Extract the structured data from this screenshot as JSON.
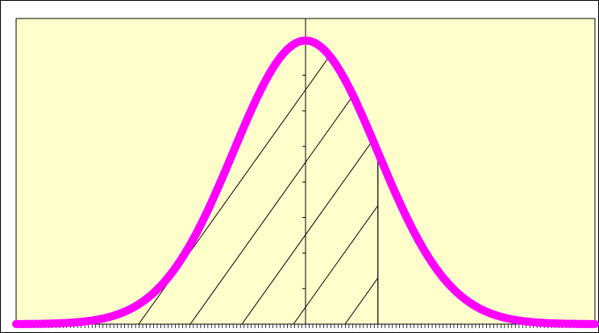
{
  "colors": {
    "plot_background": "#FFFFCC",
    "curve": "#FF00FF",
    "hatch": "#000000",
    "axis": "#000000",
    "frame": "#000000",
    "outer_background": "#FFFFFF"
  },
  "chart_data": {
    "type": "area",
    "title": "",
    "xlabel": "",
    "ylabel": "",
    "distribution": "standard-normal",
    "xlim": [
      -4,
      4
    ],
    "ylim": [
      0,
      0.43
    ],
    "x_tick_step": 0.05,
    "y_tick_step": 0.05,
    "grid": false,
    "legend": "none",
    "y_axis_at_x": 0,
    "shaded_region": {
      "from": -4,
      "to": 1,
      "fill": "diagonal-hatch"
    },
    "series": [
      {
        "x": [
          -4,
          -3.5,
          -3,
          -2.5,
          -2,
          -1.5,
          -1,
          -0.5,
          0,
          0.5,
          1,
          1.5,
          2,
          2.5,
          3,
          3.5,
          4
        ],
        "values": [
          0.0001,
          0.0009,
          0.0044,
          0.0175,
          0.054,
          0.1295,
          0.242,
          0.3521,
          0.3989,
          0.3521,
          0.242,
          0.1295,
          0.054,
          0.0175,
          0.0044,
          0.0009,
          0.0001
        ]
      }
    ]
  }
}
